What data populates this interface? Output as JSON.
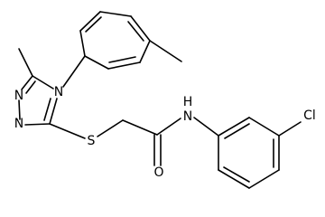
{
  "diagram_type": "chemical-structure",
  "colors": {
    "bond": "#000000",
    "background": "#ffffff"
  },
  "atom_labels": {
    "n_triazole_top": "N",
    "n_triazole_bottom": "N",
    "n_triazole_4": "N",
    "s_thioether": "S",
    "o_carbonyl": "O",
    "nh_amide": "N",
    "h_amide": "H",
    "cl_substituent": "Cl"
  }
}
